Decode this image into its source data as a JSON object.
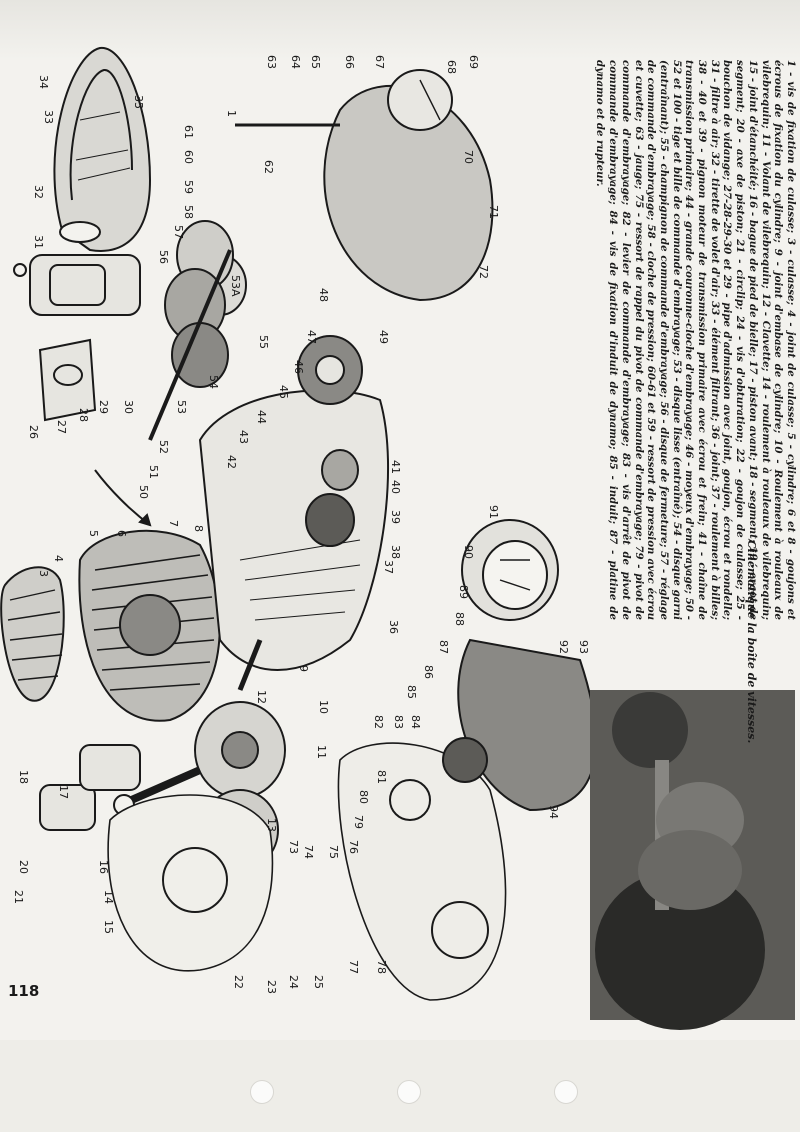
{
  "page": {
    "number": "118"
  },
  "caption": {
    "text": "1 - vis de fixation de culasse; 3 - culasse; 4 - joint de culasse; 5 - cylindre; 6 et 8 - goujons et écrous de fixation du cylindre; 9 - joint d'embase de cylindre; 10 - Roulement à rouleaux de vilebrequin; 11 - Volant de vilebrequin; 12 - Clavette; 14 - roulement à rouleaux de vilebrequin; 15 - joint d'étanchéité; 16 - bague de pied de bielle; 17 - piston avant; 18 - segment; 19 - ergot de segment; 20 - axe de piston; 21 - circlip; 24 - vis d'obturation; 22 - goujon de culasse; 25 - bouchon de vidange; 27-28-29-30 et 29 - pipe d'admission avec joint, goujon, écrou et rondelle; 31 - filtre à air; 32 - tirette de volet d'air; 33 - élément filtrant; 36 - joint; 37 - roulement à billes; 38 - 40 et 39 - pignon moteur de transmission primaire avec écrou et frein; 41 - chaîne de transmission primaire; 44 - grande couronne-cloche d'embrayage; 46 - moyeux d'embrayage; 50 - 52 et 100 - tige et bille de commande d'embrayage; 53 - disque lisse (entraîné); 54 - disque garni (entraînant); 55 - champignon de commande d'embrayage; 56 - disque de fermeture; 57 - réglage de commande d'embrayage; 58 - cloche de pression; 60-61 et 59 - ressort de pression avec écrou et cuvette; 63 - jauge; 75 - ressort de rappel du pivot de commande d'embrayage; 79 - pivot de commande d'embrayage; 82 - levier de commande d'embrayage; 83 - vis d'arrêt de pivot de commande d'embrayage; 84 - vis de fixation d'induit de dynamo; 85 - induit; 87 - platine de dynamo et de rupteur."
  },
  "photo_caption": "Cinématique la boîte de vitesses.",
  "callouts": [
    "1",
    "3",
    "4",
    "5",
    "6",
    "7",
    "8",
    "9",
    "10",
    "11",
    "12",
    "13",
    "14",
    "15",
    "16",
    "17",
    "18",
    "20",
    "21",
    "22",
    "23",
    "24",
    "25",
    "26",
    "27",
    "28",
    "29",
    "30",
    "31",
    "32",
    "33",
    "34",
    "35",
    "36",
    "37",
    "38",
    "39",
    "40",
    "41",
    "42",
    "43",
    "44",
    "45",
    "46",
    "47",
    "48",
    "49",
    "50",
    "51",
    "52",
    "53",
    "53A",
    "54",
    "55",
    "56",
    "57",
    "58",
    "59",
    "60",
    "61",
    "62",
    "63",
    "64",
    "65",
    "66",
    "67",
    "68",
    "69",
    "70",
    "71",
    "72",
    "73",
    "74",
    "75",
    "76",
    "77",
    "78",
    "79",
    "80",
    "81",
    "82",
    "83",
    "84",
    "85",
    "86",
    "87",
    "88",
    "89",
    "90",
    "91",
    "92",
    "93",
    "94"
  ]
}
